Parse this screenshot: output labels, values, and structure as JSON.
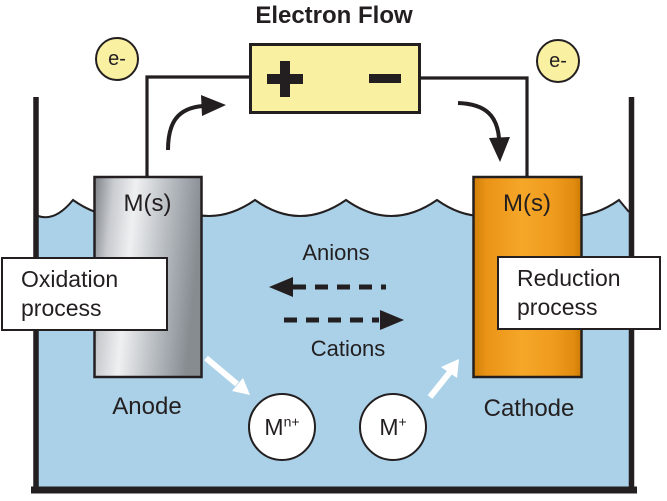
{
  "title": "Electron Flow",
  "battery": {
    "terminals": {
      "left": "plus",
      "right": "minus"
    }
  },
  "electrons": {
    "left_badge": "e-",
    "right_badge": "e-"
  },
  "anode": {
    "electrode_label": "M(s)",
    "name": "Anode",
    "process_line1": "Oxidation",
    "process_line2": "process"
  },
  "cathode": {
    "electrode_label": "M(s)",
    "name": "Cathode",
    "process_line1": "Reduction",
    "process_line2": "process"
  },
  "ions": {
    "anions_label": "Anions",
    "cations_label": "Cations",
    "metal_ion_n": {
      "base": "M",
      "sup": "n+"
    },
    "metal_ion_1": {
      "base": "M",
      "sup": "+"
    }
  },
  "colors": {
    "line_black": "#231f20",
    "pale_yellow": "#f9f0a2",
    "water_blue": "#aad1e8",
    "electrode_orange": "#f09c1e",
    "electrode_gray": "#c9ccd0"
  }
}
